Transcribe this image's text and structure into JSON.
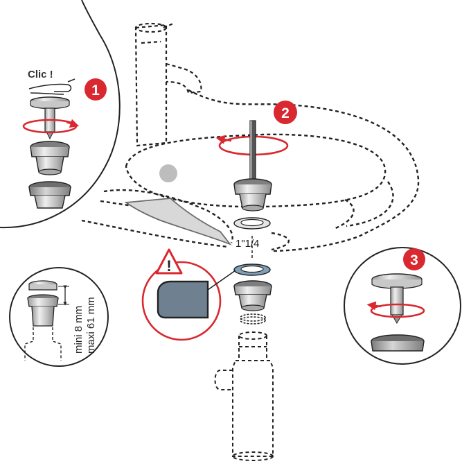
{
  "labels": {
    "click": "Clic !",
    "step1": "1",
    "step2": "2",
    "step3": "3",
    "thread_size": "1\"1/4",
    "min_height": "mini 8 mm",
    "max_height": "maxi 61 mm",
    "warning_symbol": "!"
  },
  "colors": {
    "accent_red": "#d9282f",
    "metal_light": "#e6e6e6",
    "metal_mid": "#b9b9b9",
    "metal_dark": "#8a8a8a",
    "gasket_blue": "#6f8191",
    "outline": "#222222"
  },
  "icons": {
    "hand": "hand-press-icon",
    "warning": "warning-triangle-icon",
    "rotate": "rotate-arrow-icon"
  }
}
